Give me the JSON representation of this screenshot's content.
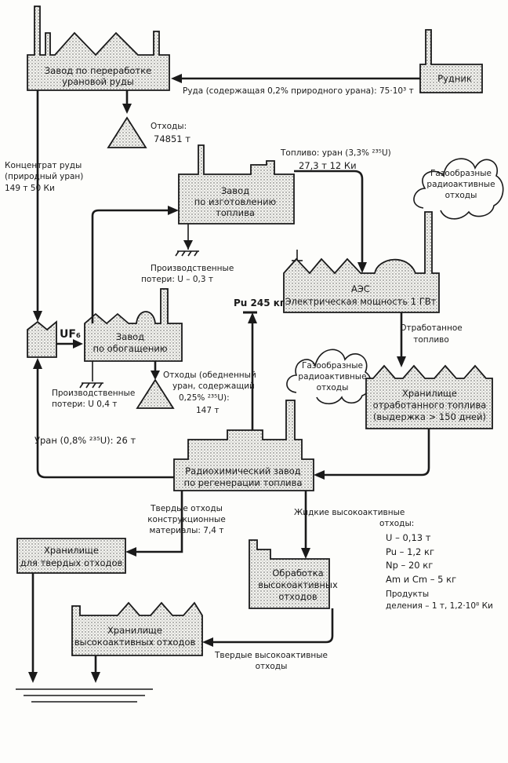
{
  "boxes": {
    "ore_plant": [
      "Завод по переработке",
      "урановой руды"
    ],
    "mine": "Рудник",
    "fuel_plant": [
      "Завод",
      "по изготовлению",
      "топлива"
    ],
    "enrich_plant": [
      "Завод",
      "по обогащению"
    ],
    "npp": [
      "АЭС",
      "Электрическая мощность 1 ГВт"
    ],
    "spent_storage": [
      "Хранилище",
      "отработанного топлива",
      "(выдержка > 150 дней)"
    ],
    "radiochem": [
      "Радиохимический завод",
      "по регенерации топлива"
    ],
    "solid_storage": [
      "Хранилище",
      "для твердых отходов"
    ],
    "hla_treat": [
      "Обработка",
      "высокоактивных",
      "отходов"
    ],
    "hla_storage": [
      "Хранилище",
      "высокоактивных отходов"
    ]
  },
  "labels": {
    "ore_flow": "Руда (содержащая 0,2% природного урана): 75·10³ т",
    "ore_waste": [
      "Отходы:",
      "74851 т"
    ],
    "concentrate": [
      "Концентрат руды",
      "(природный уран)",
      "149 т 50 Ки"
    ],
    "fuel": [
      "Топливо: уран (3,3% ²³⁵U)",
      "27,3 т 12 Ки"
    ],
    "gas_waste_npp": [
      "Газообразные",
      "радиоактивные",
      "отходы"
    ],
    "gas_waste_plant": [
      "Газообразные",
      "радиоактивные",
      "отходы"
    ],
    "fuel_losses": [
      "Производственные",
      "потери: U – 0,3 т"
    ],
    "enrich_losses": [
      "Производственные",
      "потери: U 0,4 т"
    ],
    "uf6": "UF₆",
    "pu": "Pu 245 кг",
    "enrich_waste": [
      "Отходы (обедненный",
      "уран, содержащий",
      "0,25% ²³⁵U):",
      "147 т"
    ],
    "spent_fuel": [
      "Отработанное",
      "топливо"
    ],
    "uranium_return": "Уран (0,8% ²³⁵U): 26 т",
    "solid_waste": [
      "Твердые отходы",
      "конструкционные",
      "материалы: 7,4 т"
    ],
    "liquid_waste": [
      "Жидкие высокоактивные",
      "отходы:"
    ],
    "liquid_items": [
      "U – 0,13 т",
      "Pu – 1,2 кг",
      "Np – 20 кг",
      "Am и Cm – 5 кг",
      "Продукты",
      "деления – 1 т, 1,2·10⁸ Ки"
    ],
    "solid_hla": [
      "Твердые высокоактивные",
      "отходы"
    ]
  }
}
